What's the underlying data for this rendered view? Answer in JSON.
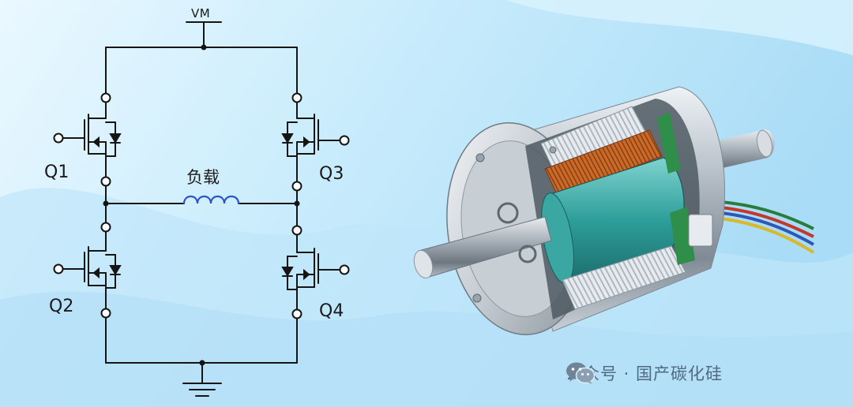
{
  "circuit": {
    "supply_label": "VM",
    "load_label": "负载",
    "transistors": [
      {
        "id": "q1",
        "label": "Q1"
      },
      {
        "id": "q2",
        "label": "Q2"
      },
      {
        "id": "q3",
        "label": "Q3"
      },
      {
        "id": "q4",
        "label": "Q4"
      }
    ]
  },
  "watermark": {
    "icon": "wechat-icon",
    "text": "公众号 · 国产碳化硅"
  },
  "colors": {
    "wire": "#151515",
    "inductor": "#2b55c8",
    "background": "#cfeefc",
    "watermark_text": "#4f6a80"
  }
}
